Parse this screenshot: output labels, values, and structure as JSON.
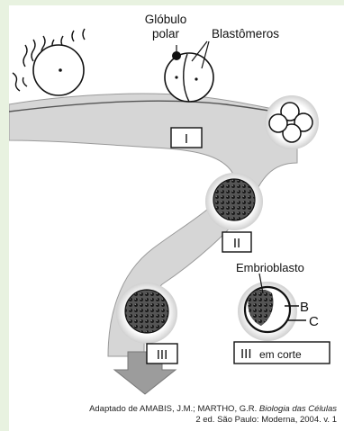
{
  "labels": {
    "globulo_polar_line1": "Glóbulo",
    "globulo_polar_line2": "polar",
    "blastomeros": "Blastômeros",
    "embrioblasto": "Embrioblasto",
    "b": "B",
    "c": "C"
  },
  "stages": {
    "i": "I",
    "ii": "II",
    "iii": "III",
    "iii_section_numeral": "III",
    "iii_section_suffix": "em corte"
  },
  "caption": {
    "line1_prefix": "Adaptado de AMABIS, J.M.; MARTHO, G.R. ",
    "line1_title": "Biologia das Células",
    "line2": "2 ed. São Paulo: Moderna, 2004. v. 1"
  },
  "colors": {
    "tube": "#d8d8d8",
    "tube_dark": "#bdbdbd",
    "ink": "#111111",
    "page_border": "#e8f2e0"
  }
}
